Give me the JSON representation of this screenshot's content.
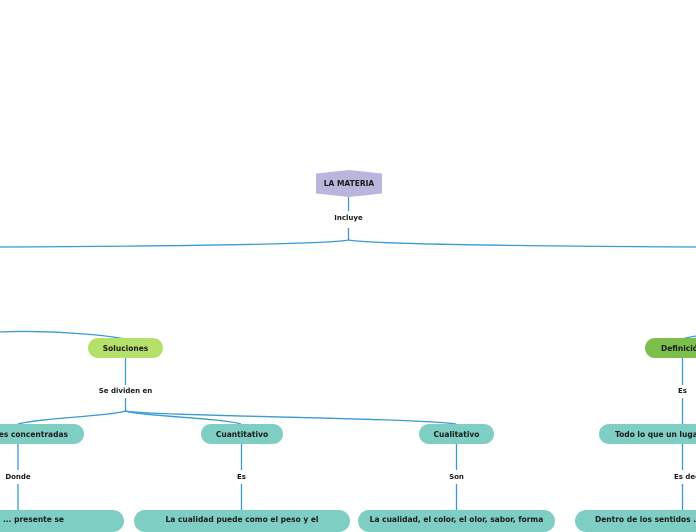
{
  "root": {
    "title": "LA MATERIA"
  },
  "labels": {
    "incluye": "Incluye",
    "se_dividen_en": "Se dividen en",
    "donde": "Donde",
    "es_1": "Es",
    "son": "Son",
    "es_2": "Es",
    "es_decir": "Es decir"
  },
  "nodes": {
    "soluciones": "Soluciones",
    "concentradas": "nes concentradas",
    "cuantitativo": "Cuantitativo",
    "cualitativo": "Cualitativo",
    "definicion": "Definició",
    "todo_lo_que": "Todo lo que un lugar",
    "leaf_donde": "... presente se",
    "leaf_cuantitativo": "La cualidad puede como el peso y el",
    "leaf_cualitativo": "La cualidad, el color, el olor, sabor, forma",
    "leaf_es_decir": "Dentro de los sentidos ..."
  },
  "colors": {
    "root": "#b9b5dc",
    "level1": "#b5e16a",
    "level1_dark": "#7cbf4a",
    "level2": "#7fcec4",
    "connector": "#3a99d1"
  }
}
